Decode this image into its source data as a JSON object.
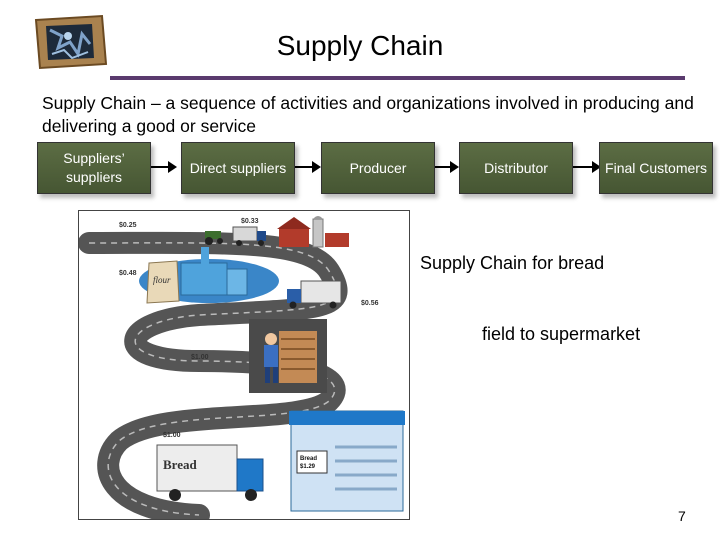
{
  "slide": {
    "title": "Supply Chain",
    "definition": "Supply Chain – a sequence of activities and organizations involved in producing and delivering a good or service",
    "page_number": "7"
  },
  "chain_steps": [
    {
      "label": "Suppliers’ suppliers"
    },
    {
      "label": "Direct suppliers"
    },
    {
      "label": "Producer"
    },
    {
      "label": "Distributor"
    },
    {
      "label": "Final Customers"
    }
  ],
  "illustration": {
    "prices": [
      "$0.25",
      "$0.33",
      "$0.48",
      "$0.56",
      "$1.00",
      "$1.00"
    ],
    "flour_label": "flour",
    "truck_label": "Bread",
    "store_sign_line1": "Bread",
    "store_sign_line2": "$1.29"
  },
  "captions": {
    "primary": "Supply Chain for bread",
    "secondary": "field to supermarket"
  },
  "colors": {
    "step_box": "#4f5f3b",
    "title_rule": "#5a3a6e",
    "road": "#555555"
  }
}
